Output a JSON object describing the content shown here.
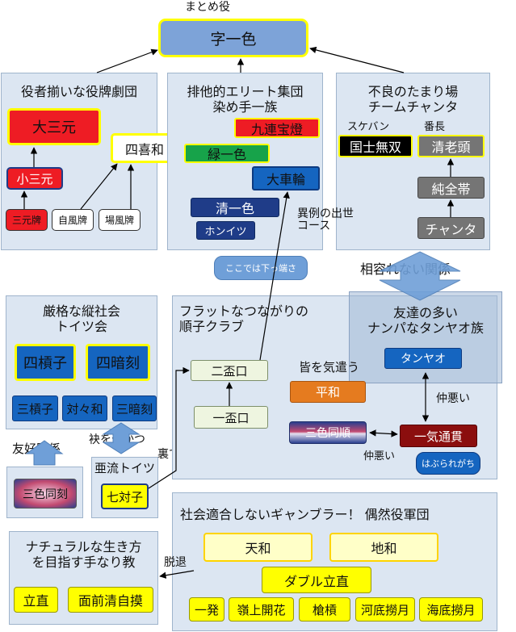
{
  "header": {
    "caption": "まとめ役",
    "main": "字一色"
  },
  "groups": {
    "sangen": {
      "title": "役者揃いな役牌劇団",
      "top": "大三元",
      "mid": "小三元",
      "l1": "三元牌",
      "l2": "自風牌",
      "l3": "場風牌",
      "kaze": "四喜和"
    },
    "some": {
      "title": "排他的エリート集団\n染め手一族",
      "churen": "九連宝燈",
      "ryuiso": "緑一色",
      "daisharin": "大車輪",
      "chinitsu": "清一色",
      "honitsu": "ホンイツ",
      "callout": "ここでは下っ端さ"
    },
    "chanta": {
      "title": "不良のたまり場\nチームチャンタ",
      "sub_kokushi": "スケバン",
      "sub_chinro": "番長",
      "kokushi": "国士無双",
      "chinro": "清老頭",
      "junchan": "純全帯",
      "chanta": "チャンタ"
    },
    "toitsu": {
      "title": "厳格な縦社会\nトイツ会",
      "suuanko_label": "四暗刻",
      "suukantsu": "四槓子",
      "sankantsu": "三槓子",
      "toitoi": "対々和",
      "sananko": "三暗刻",
      "friend": "友好関係",
      "sanshoku_doukou": "三色同刻"
    },
    "shuntsu": {
      "title": "フラットなつながりの\n順子クラブ",
      "ryanpeiko": "二盃口",
      "iipeiko": "一盃口",
      "pinfu": "平和",
      "sanshoku": "三色同順",
      "pinfu_note": "皆を気遣う",
      "bad1": "仲悪い",
      "ittsu": "一気通貫",
      "callout": "はぶられがち"
    },
    "tanyao": {
      "title": "友達の多い\nナンパなタンヤオ族",
      "tanyao": "タンヤオ",
      "bad2": "仲悪い"
    },
    "chiitoi": {
      "title": "亜流トイツ",
      "node": "七対子",
      "ura": "裏でつながる",
      "split": "袂を分かつ"
    },
    "gambler": {
      "title": "社会適合しないギャンブラー！ 偶然役軍団",
      "tenho": "天和",
      "chiho": "地和",
      "double": "ダブル立直",
      "ippatsu": "一発",
      "rinshan": "嶺上開花",
      "chankan": "槍槓",
      "houtei": "河底撈月",
      "haitei": "海底撈月"
    },
    "natural": {
      "title": "ナチュラルな生き方\nを目指す手なり教",
      "riichi": "立直",
      "tsumo": "面前清自摸",
      "dattai": "脱退"
    }
  },
  "edge_labels": {
    "special": "異例の出世\nコース",
    "incompat": "相容れない関係"
  },
  "colors": {
    "group_bg": "#dce6f2",
    "main_box": "#7da3d8",
    "red": "#ee1c24",
    "navy": "#1f3c88",
    "yellow": "#ffff00",
    "green": "#17a34a",
    "gray": "#757575",
    "black": "#000000"
  }
}
